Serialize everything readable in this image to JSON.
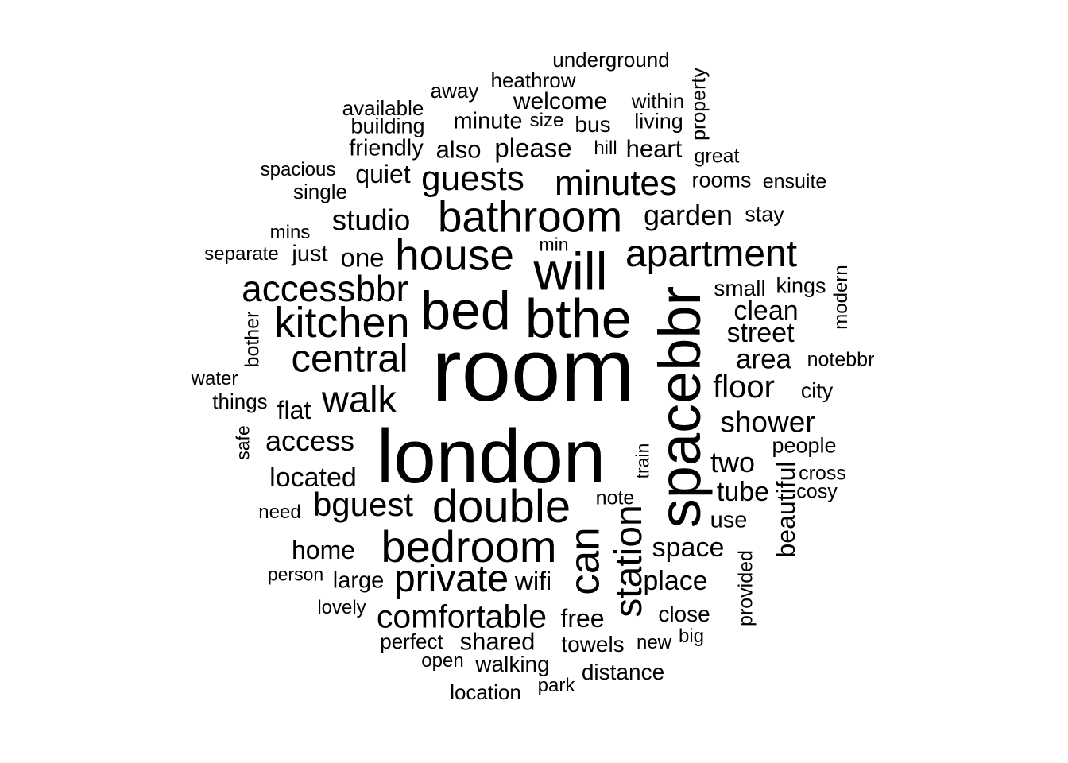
{
  "cloud": {
    "color": "#000000",
    "background": "#ffffff",
    "words": [
      {
        "text": "room",
        "weight": 100
      },
      {
        "text": "london",
        "weight": 86
      },
      {
        "text": "spacebbr",
        "weight": 66
      },
      {
        "text": "bthe",
        "weight": 62
      },
      {
        "text": "bed",
        "weight": 61
      },
      {
        "text": "will",
        "weight": 60
      },
      {
        "text": "double",
        "weight": 52
      },
      {
        "text": "bedroom",
        "weight": 50
      },
      {
        "text": "bathroom",
        "weight": 49
      },
      {
        "text": "house",
        "weight": 49
      },
      {
        "text": "kitchen",
        "weight": 48
      },
      {
        "text": "can",
        "weight": 48
      },
      {
        "text": "station",
        "weight": 44
      },
      {
        "text": "central",
        "weight": 44
      },
      {
        "text": "accessbbr",
        "weight": 42
      },
      {
        "text": "walk",
        "weight": 42
      },
      {
        "text": "apartment",
        "weight": 43
      },
      {
        "text": "private",
        "weight": 43
      },
      {
        "text": "guests",
        "weight": 40
      },
      {
        "text": "minutes",
        "weight": 40
      },
      {
        "text": "bguest",
        "weight": 38
      },
      {
        "text": "comfortable",
        "weight": 37
      },
      {
        "text": "floor",
        "weight": 36
      },
      {
        "text": "studio",
        "weight": 34
      },
      {
        "text": "shower",
        "weight": 34
      },
      {
        "text": "garden",
        "weight": 33
      },
      {
        "text": "access",
        "weight": 33
      },
      {
        "text": "located",
        "weight": 32
      },
      {
        "text": "two",
        "weight": 32
      },
      {
        "text": "area",
        "weight": 32
      },
      {
        "text": "clean",
        "weight": 31
      },
      {
        "text": "street",
        "weight": 31
      },
      {
        "text": "tube",
        "weight": 31
      },
      {
        "text": "place",
        "weight": 31
      },
      {
        "text": "space",
        "weight": 31
      },
      {
        "text": "beautiful",
        "weight": 29
      },
      {
        "text": "one",
        "weight": 30
      },
      {
        "text": "please",
        "weight": 30
      },
      {
        "text": "quiet",
        "weight": 30
      },
      {
        "text": "home",
        "weight": 29
      },
      {
        "text": "flat",
        "weight": 29
      },
      {
        "text": "shared",
        "weight": 29
      },
      {
        "text": "free",
        "weight": 29
      },
      {
        "text": "wifi",
        "weight": 29
      },
      {
        "text": "welcome",
        "weight": 28
      },
      {
        "text": "heart",
        "weight": 28
      },
      {
        "text": "friendly",
        "weight": 27
      },
      {
        "text": "also",
        "weight": 28
      },
      {
        "text": "minute",
        "weight": 27
      },
      {
        "text": "just",
        "weight": 27
      },
      {
        "text": "large",
        "weight": 27
      },
      {
        "text": "use",
        "weight": 27
      },
      {
        "text": "close",
        "weight": 26
      },
      {
        "text": "towels",
        "weight": 26
      },
      {
        "text": "walking",
        "weight": 26
      },
      {
        "text": "distance",
        "weight": 26
      },
      {
        "text": "bus",
        "weight": 26
      },
      {
        "text": "small",
        "weight": 26
      },
      {
        "text": "kings",
        "weight": 25
      },
      {
        "text": "city",
        "weight": 25
      },
      {
        "text": "people",
        "weight": 25
      },
      {
        "text": "living",
        "weight": 25
      },
      {
        "text": "within",
        "weight": 24
      },
      {
        "text": "building",
        "weight": 25
      },
      {
        "text": "available",
        "weight": 24
      },
      {
        "text": "away",
        "weight": 24
      },
      {
        "text": "heathrow",
        "weight": 24
      },
      {
        "text": "underground",
        "weight": 24
      },
      {
        "text": "rooms",
        "weight": 25
      },
      {
        "text": "stay",
        "weight": 25
      },
      {
        "text": "ensuite",
        "weight": 23
      },
      {
        "text": "great",
        "weight": 23
      },
      {
        "text": "hill",
        "weight": 22
      },
      {
        "text": "size",
        "weight": 22
      },
      {
        "text": "property",
        "weight": 23
      },
      {
        "text": "modern",
        "weight": 22
      },
      {
        "text": "notebbr",
        "weight": 23
      },
      {
        "text": "bother",
        "weight": 23
      },
      {
        "text": "water",
        "weight": 22
      },
      {
        "text": "things",
        "weight": 24
      },
      {
        "text": "safe",
        "weight": 21
      },
      {
        "text": "need",
        "weight": 22
      },
      {
        "text": "person",
        "weight": 21
      },
      {
        "text": "lovely",
        "weight": 22
      },
      {
        "text": "perfect",
        "weight": 24
      },
      {
        "text": "open",
        "weight": 22
      },
      {
        "text": "location",
        "weight": 24
      },
      {
        "text": "park",
        "weight": 22
      },
      {
        "text": "new",
        "weight": 22
      },
      {
        "text": "big",
        "weight": 22
      },
      {
        "text": "provided",
        "weight": 23
      },
      {
        "text": "note",
        "weight": 23
      },
      {
        "text": "train",
        "weight": 21
      },
      {
        "text": "cross",
        "weight": 23
      },
      {
        "text": "cosy",
        "weight": 23
      },
      {
        "text": "min",
        "weight": 21
      },
      {
        "text": "mins",
        "weight": 22
      },
      {
        "text": "separate",
        "weight": 22
      },
      {
        "text": "single",
        "weight": 24
      },
      {
        "text": "spacious",
        "weight": 22
      }
    ]
  }
}
